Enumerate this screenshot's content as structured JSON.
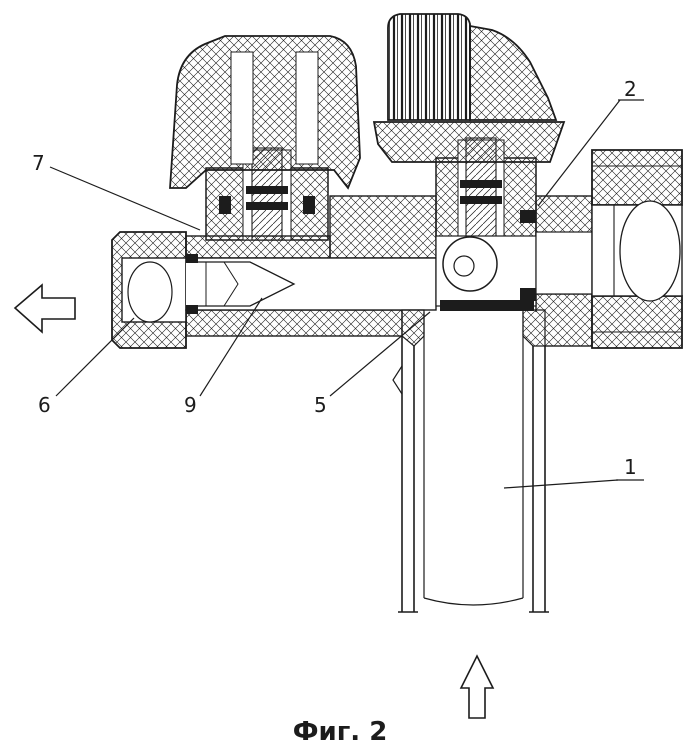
{
  "figure": {
    "caption": "Фиг. 2",
    "colors": {
      "line": "#1c1c1c",
      "background": "#ffffff"
    },
    "callouts": [
      {
        "id": "7"
      },
      {
        "id": "2"
      },
      {
        "id": "6"
      },
      {
        "id": "9"
      },
      {
        "id": "5"
      },
      {
        "id": "1"
      }
    ],
    "icons": [
      "flow-arrow-left-icon",
      "flow-arrow-up-icon"
    ]
  }
}
